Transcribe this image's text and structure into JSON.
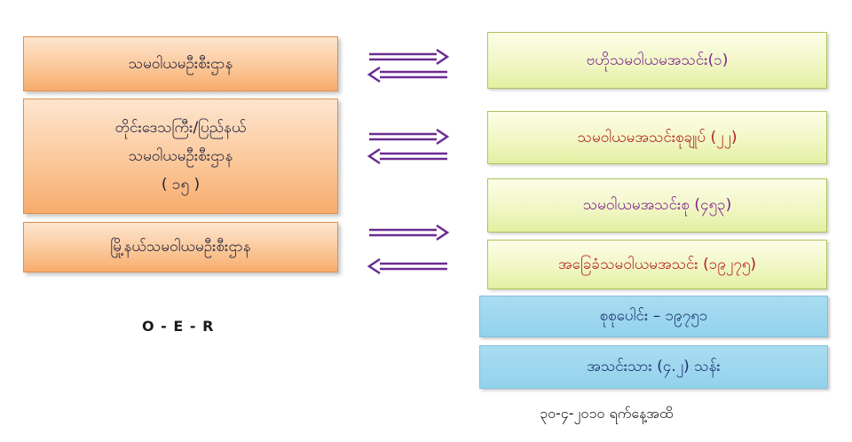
{
  "left_boxes": [
    {
      "lines": [
        "သမဝါယမဦးစီးဌာန"
      ]
    },
    {
      "lines": [
        "တိုင်းဒေသကြီး/ပြည်နယ်",
        "သမဝါယမဦးစီးဌာန",
        "( ၁၅ )"
      ]
    },
    {
      "lines": [
        "မြို့နယ်သမဝါယမဦးစီးဌာန"
      ]
    }
  ],
  "right_boxes": [
    {
      "text": "ဗဟိုသမဝါယမအသင်း(၁)"
    },
    {
      "text": "သမဝါယမအသင်းစုချုပ် (၂၂)"
    },
    {
      "text": "သမဝါယမအသင်းစု (၄၅၃)"
    },
    {
      "text": "အခြေခံသမဝါယမအသင်း (၁၉၂၇၅)"
    },
    {
      "text": "စုစုပေါင်း – ၁၉၇၅၁"
    },
    {
      "text": "အသင်းသား (၄.၂) သန်း"
    }
  ],
  "legend": "O - E - R",
  "date_text": "၃၀-၄-၂၀၁၀ ရက်နေ့အထိ",
  "colors": {
    "orange": "#fbc89a",
    "green": "#f0f6c2",
    "blue": "#93d2ec",
    "arrow_purple": "#6a2c91",
    "purple_text": "#7a1f8c",
    "red_text": "#b21e1e"
  }
}
